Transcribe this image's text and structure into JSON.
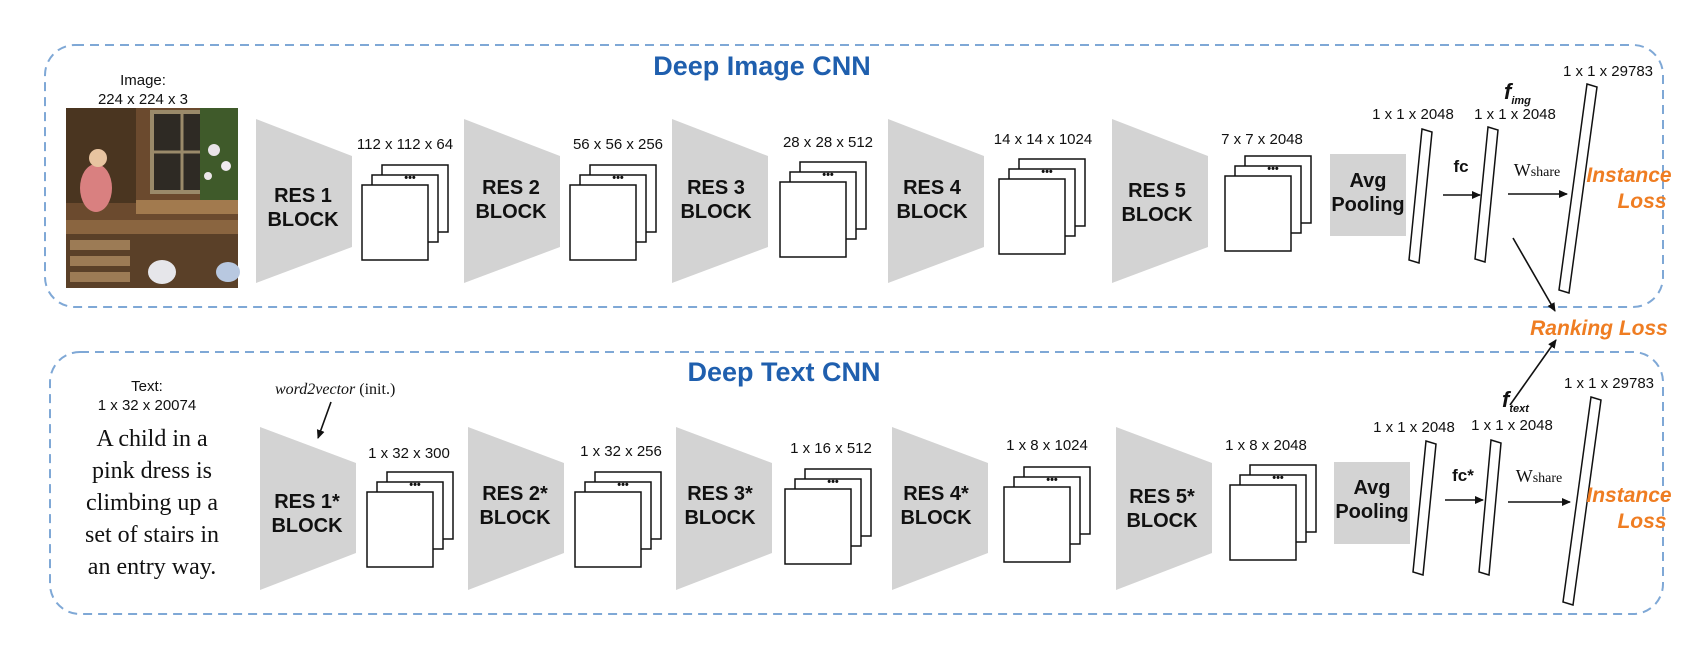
{
  "colors": {
    "title": "#1f5fae",
    "loss": "#ef7d22",
    "panel_border": "#7fa8d6",
    "block_fill": "#d3d3d3",
    "line": "#111111"
  },
  "image_branch": {
    "title": "Deep Image CNN",
    "input_label": "Image:",
    "input_dims": "224 x 224 x 3",
    "photo_icon": "photo-of-child-climbing-stairs",
    "blocks": [
      {
        "line1": "RES 1",
        "line2": "BLOCK",
        "dims": "112 x 112 x 64"
      },
      {
        "line1": "RES 2",
        "line2": "BLOCK",
        "dims": "56 x 56 x 256"
      },
      {
        "line1": "RES 3",
        "line2": "BLOCK",
        "dims": "28 x 28 x 512"
      },
      {
        "line1": "RES 4",
        "line2": "BLOCK",
        "dims": "14 x 14 x 1024"
      },
      {
        "line1": "RES 5",
        "line2": "BLOCK",
        "dims": "7 x 7 x 2048"
      }
    ],
    "pool_line1": "Avg",
    "pool_line2": "Pooling",
    "vec1_dims": "1 x 1 x 2048",
    "fc_label": "fc",
    "feat_name": "f",
    "feat_sub": "img",
    "vec2_dims": "1 x 1 x 2048",
    "share_label": "W",
    "share_sub": "share",
    "vec3_dims": "1 x 1 x 29783",
    "loss_line1": "Instance",
    "loss_line2": "Loss"
  },
  "text_branch": {
    "title": "Deep Text CNN",
    "input_label": "Text:",
    "input_dims": "1 x 32 x 20074",
    "sentence_lines": [
      "A child in a",
      "pink dress is",
      "climbing up a",
      "set of stairs in",
      "an entry way."
    ],
    "w2v_label": "word2vector",
    "w2v_suffix": " (init.)",
    "blocks": [
      {
        "line1": "RES 1*",
        "line2": "BLOCK",
        "dims": "1 x 32 x 300"
      },
      {
        "line1": "RES 2*",
        "line2": "BLOCK",
        "dims": "1 x 32 x 256"
      },
      {
        "line1": "RES 3*",
        "line2": "BLOCK",
        "dims": "1 x 16 x 512"
      },
      {
        "line1": "RES 4*",
        "line2": "BLOCK",
        "dims": "1 x 8 x 1024"
      },
      {
        "line1": "RES 5*",
        "line2": "BLOCK",
        "dims": "1 x 8 x 2048"
      }
    ],
    "pool_line1": "Avg",
    "pool_line2": "Pooling",
    "vec1_dims": "1 x 1 x 2048",
    "fc_label": "fc*",
    "feat_name": "f",
    "feat_sub": "text",
    "vec2_dims": "1 x 1 x 2048",
    "share_label": "W",
    "share_sub": "share",
    "vec3_dims": "1 x 1 x 29783",
    "loss_line1": "Instance",
    "loss_line2": "Loss"
  },
  "ranking_loss": "Ranking Loss",
  "ellipsis": "•••"
}
